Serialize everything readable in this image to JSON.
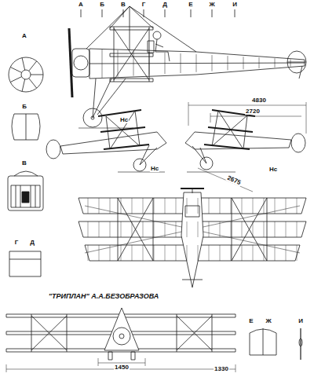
{
  "diagram": {
    "title": "\"ТРИПЛАН\" А.А.БЕЗОБРАЗОВА",
    "labels": [
      "А",
      "Б",
      "В",
      "Г",
      "Д",
      "Е",
      "Ж",
      "И",
      "А",
      "Б",
      "В",
      "Г",
      "Д",
      "Нс",
      "4830",
      "2720",
      "Нс",
      "Нс",
      "2675",
      "1450",
      "1330",
      "Е",
      "Ж",
      "И"
    ]
  }
}
